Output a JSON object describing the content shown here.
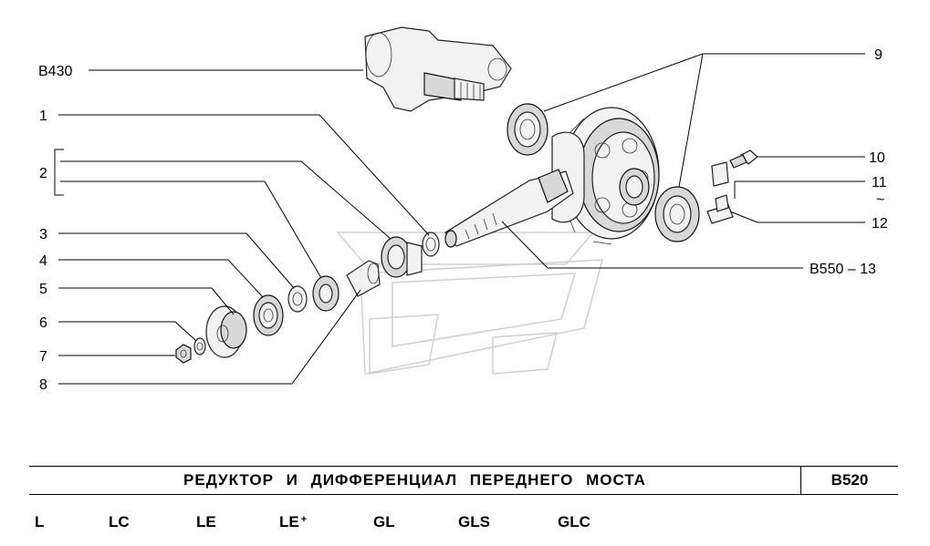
{
  "callouts": {
    "b430": "B430",
    "c1": "1",
    "c2": "2",
    "c3": "3",
    "c4": "4",
    "c5": "5",
    "c6": "6",
    "c7": "7",
    "c8": "8",
    "c9": "9",
    "c10": "10",
    "c11": "11",
    "tilde": "~",
    "c12": "12",
    "b550": "B550 – 13"
  },
  "title": "РЕДУКТОР И ДИФФЕРЕНЦИАЛ ПЕРЕДНЕГО МОСТА",
  "code": "B520",
  "trims": [
    {
      "label": "L",
      "suffix": ""
    },
    {
      "label": "LC",
      "suffix": ""
    },
    {
      "label": "LE",
      "suffix": ""
    },
    {
      "label": "LE",
      "suffix": "+"
    },
    {
      "label": "GL",
      "suffix": ""
    },
    {
      "label": "GLS",
      "suffix": ""
    },
    {
      "label": "GLC",
      "suffix": ""
    }
  ]
}
